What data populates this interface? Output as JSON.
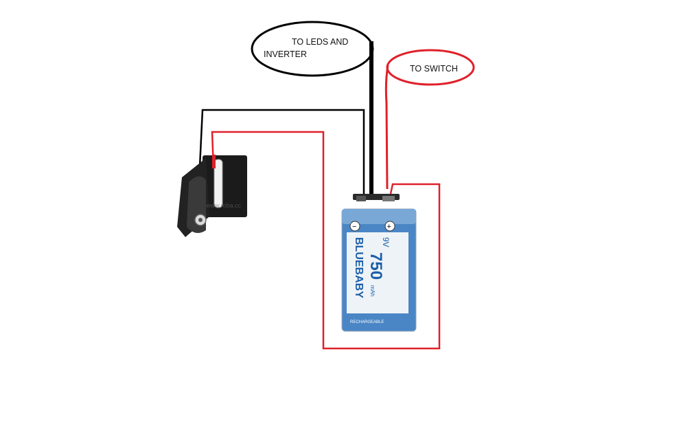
{
  "callouts": {
    "leds_inverter_line1": "TO LEDS AND",
    "leds_inverter_line2": "INVERTER",
    "switch": "TO SWITCH"
  },
  "battery": {
    "brand": "BLUEBABY",
    "capacity": "750",
    "unit": "mAh",
    "voltage": "9V",
    "type": "RECHARGEABLE"
  },
  "jack": {
    "watermark": "www.roba.cc"
  },
  "colors": {
    "negative_wire": "#000000",
    "positive_wire": "#e0202a",
    "battery_body": "#4a86c5",
    "battery_label": "#eef3f7"
  }
}
